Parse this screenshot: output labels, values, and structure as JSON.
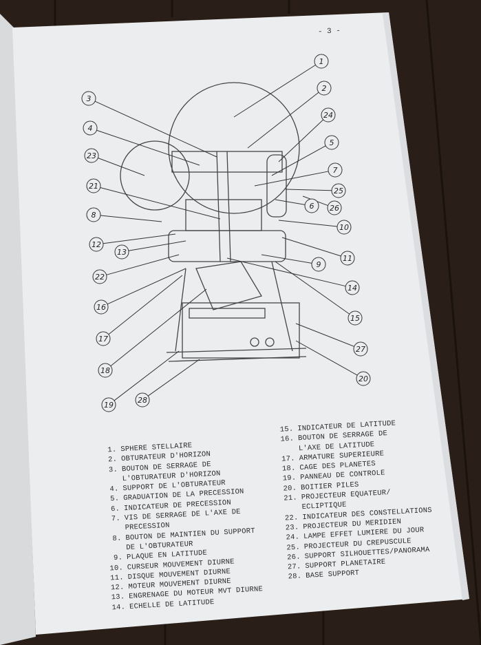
{
  "page_number": "- 3 -",
  "colors": {
    "background": "#2a1f18",
    "paper": "#ecedef",
    "ink": "#2b2b2b"
  },
  "callouts": [
    "1",
    "2",
    "3",
    "4",
    "24",
    "5",
    "23",
    "7",
    "21",
    "25",
    "26",
    "6",
    "8",
    "10",
    "12",
    "13",
    "11",
    "22",
    "9",
    "14",
    "16",
    "15",
    "17",
    "27",
    "18",
    "20",
    "19",
    "28"
  ],
  "legend_left": [
    {
      "num": "1.",
      "text": "SPHERE STELLAIRE"
    },
    {
      "num": "2.",
      "text": "OBTURATEUR D'HORIZON"
    },
    {
      "num": "3.",
      "text": "BOUTON DE SERRAGE DE",
      "cont": "L'OBTURATEUR D'HORIZON"
    },
    {
      "num": "4.",
      "text": "SUPPORT DE L'OBTURATEUR"
    },
    {
      "num": "5.",
      "text": "GRADUATION DE LA PRECESSION"
    },
    {
      "num": "6.",
      "text": "INDICATEUR DE PRECESSION"
    },
    {
      "num": "7.",
      "text": "VIS DE SERRAGE DE L'AXE DE",
      "cont": "PRECESSION"
    },
    {
      "num": "8.",
      "text": "BOUTON DE MAINTIEN DU SUPPORT",
      "cont": "DE L'OBTURATEUR"
    },
    {
      "num": "9.",
      "text": "PLAQUE EN LATITUDE"
    },
    {
      "num": "10.",
      "text": "CURSEUR MOUVEMENT DIURNE"
    },
    {
      "num": "11.",
      "text": "DISQUE MOUVEMENT DIURNE"
    },
    {
      "num": "12.",
      "text": "MOTEUR MOUVEMENT DIURNE"
    },
    {
      "num": "13.",
      "text": "ENGRENAGE DU MOTEUR MVT DIURNE"
    },
    {
      "num": "14.",
      "text": "ECHELLE DE LATITUDE"
    }
  ],
  "legend_right": [
    {
      "num": "15.",
      "text": "INDICATEUR DE LATITUDE"
    },
    {
      "num": "16.",
      "text": "BOUTON DE SERRAGE DE",
      "cont": "L'AXE DE LATITUDE"
    },
    {
      "num": "17.",
      "text": "ARMATURE SUPERIEURE"
    },
    {
      "num": "18.",
      "text": "CAGE DES PLANETES"
    },
    {
      "num": "19.",
      "text": "PANNEAU DE CONTROLE"
    },
    {
      "num": "20.",
      "text": "BOITIER PILES"
    },
    {
      "num": "21.",
      "text": "PROJECTEUR EQUATEUR/",
      "cont": "ECLIPTIQUE"
    },
    {
      "num": "22.",
      "text": "INDICATEUR DES CONSTELLATIONS"
    },
    {
      "num": "23.",
      "text": "PROJECTEUR DU MERIDIEN"
    },
    {
      "num": "24.",
      "text": "LAMPE EFFET LUMIERE DU JOUR"
    },
    {
      "num": "25.",
      "text": "PROJECTEUR DU CREPUSCULE"
    },
    {
      "num": "26.",
      "text": "SUPPORT SILHOUETTES/PANORAMA"
    },
    {
      "num": "27.",
      "text": "SUPPORT PLANETAIRE"
    },
    {
      "num": "28.",
      "text": "BASE SUPPORT"
    }
  ]
}
